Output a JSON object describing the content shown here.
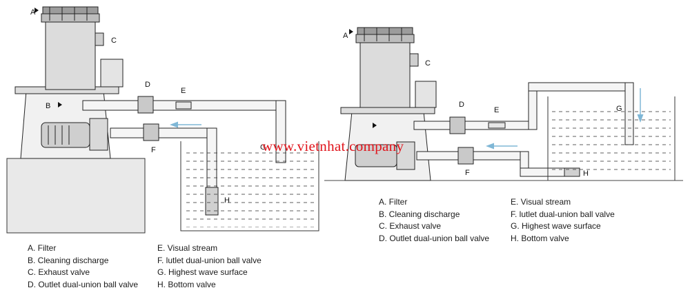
{
  "watermark": "www.vietnhat.company",
  "labels": {
    "a": "A",
    "b": "B",
    "c": "C",
    "d": "D",
    "e": "E",
    "f": "F",
    "g": "G",
    "h": "H"
  },
  "legend_left": {
    "col1": [
      "A. Filter",
      "B. Cleaning discharge",
      "C. Exhaust valve",
      "D. Outlet dual-union ball valve"
    ],
    "col2": [
      "E. Visual stream",
      "F. lutlet dual-union ball valve",
      "G. Highest wave surface",
      "H. Bottom valve"
    ]
  },
  "legend_right": {
    "col1": [
      "A. Filter",
      "B. Cleaning discharge",
      "C. Exhaust valve",
      "D. Outlet dual-union ball valve"
    ],
    "col2": [
      "E. Visual stream",
      "F. lutlet dual-union ball valve",
      "G. Highest wave surface",
      "H. Bottom valve"
    ]
  },
  "colors": {
    "watermark": "#e0141b",
    "flow_arrow": "#7fb7d6",
    "line": "#222222"
  }
}
